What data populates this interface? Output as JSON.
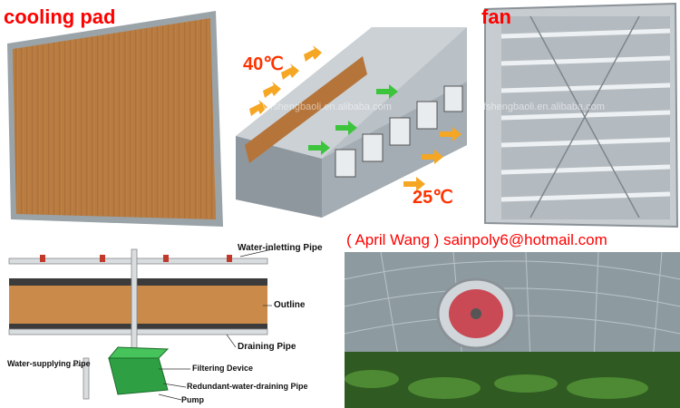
{
  "panels": {
    "pad": {
      "label": "cooling pad"
    },
    "tunnel": {
      "temp_hot": "40℃",
      "temp_cool": "25℃",
      "watermark": "wfshengbaoli.en.alibaba.com"
    },
    "fan": {
      "label": "fan",
      "watermark": "wfshengbaoli.en.alibaba.com"
    },
    "diagram": {
      "water_inletting_pipe": "Water-inletting Pipe",
      "outline": "Outline",
      "draining_pipe": "Draining Pipe",
      "water_supplying_pipe": "Water-supplying Pipe",
      "filtering_device": "Filtering Device",
      "redundant_pipe": "Redundant-water-draining Pipe",
      "pump": "Pump"
    },
    "contact": {
      "text": "( April Wang ) sainpoly6@hotmail.com"
    }
  },
  "colors": {
    "label_red": "#ff0000",
    "pad_brown": "#c98a4a",
    "arrow_orange": "#f5a623",
    "arrow_green": "#3cc43c"
  }
}
